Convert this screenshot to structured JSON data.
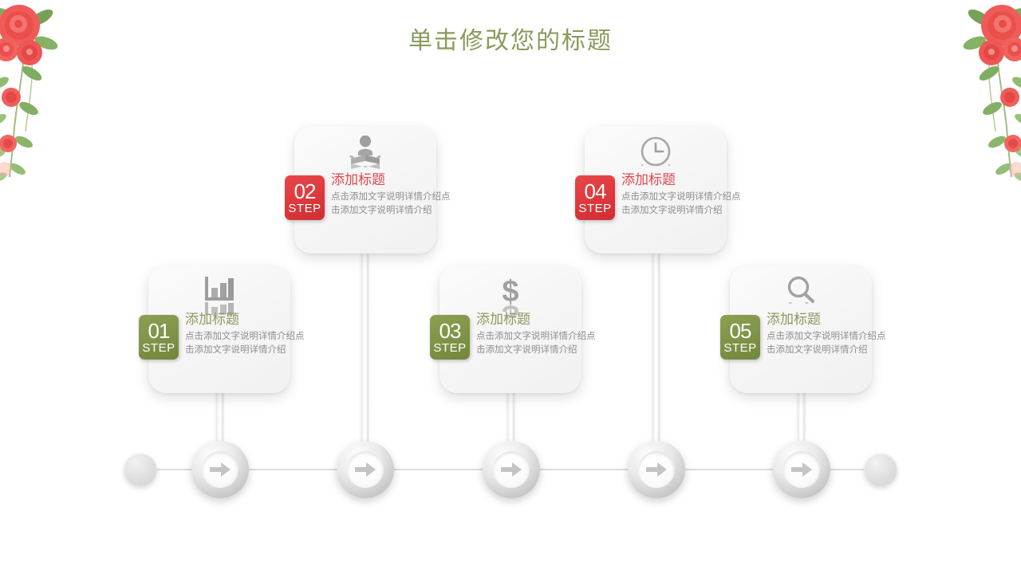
{
  "slide": {
    "title": "单击修改您的标题",
    "title_color": "#8a9a5b",
    "background": "#ffffff"
  },
  "decorations": {
    "left_floral": "rose-garland-left",
    "right_floral": "rose-garland-right",
    "flower_color": "#ef5350",
    "leaf_color": "#7aa05a"
  },
  "colors": {
    "green": "#7f9347",
    "red": "#de383c",
    "body_text": "#8d8d8d",
    "node_gray": "#bdbdbd",
    "line_gray": "#dcdcdc"
  },
  "steps": [
    {
      "number": "01",
      "step_label": "STEP",
      "title": "添加标题",
      "desc": "点击添加文字说明详情介绍点击添加文字说明详情介绍",
      "icon": "bar-chart-icon",
      "accent": "green",
      "row": "bottom"
    },
    {
      "number": "02",
      "step_label": "STEP",
      "title": "添加标题",
      "desc": "点击添加文字说明详情介绍点击添加文字说明详情介绍",
      "icon": "person-reading-book-icon",
      "accent": "red",
      "row": "top"
    },
    {
      "number": "03",
      "step_label": "STEP",
      "title": "添加标题",
      "desc": "点击添加文字说明详情介绍点击添加文字说明详情介绍",
      "icon": "dollar-sign-icon",
      "accent": "green",
      "row": "bottom"
    },
    {
      "number": "04",
      "step_label": "STEP",
      "title": "添加标题",
      "desc": "点击添加文字说明详情介绍点击添加文字说明详情介绍",
      "icon": "clock-icon",
      "accent": "red",
      "row": "top"
    },
    {
      "number": "05",
      "step_label": "STEP",
      "title": "添加标题",
      "desc": "点击添加文字说明详情介绍点击添加文字说明详情介绍",
      "icon": "magnifier-icon",
      "accent": "green",
      "row": "bottom"
    }
  ],
  "timeline": {
    "start_dot": "timeline-start-dot",
    "end_dot": "timeline-end-dot",
    "node_icon": "arrow-right-icon",
    "node_count": 5
  }
}
